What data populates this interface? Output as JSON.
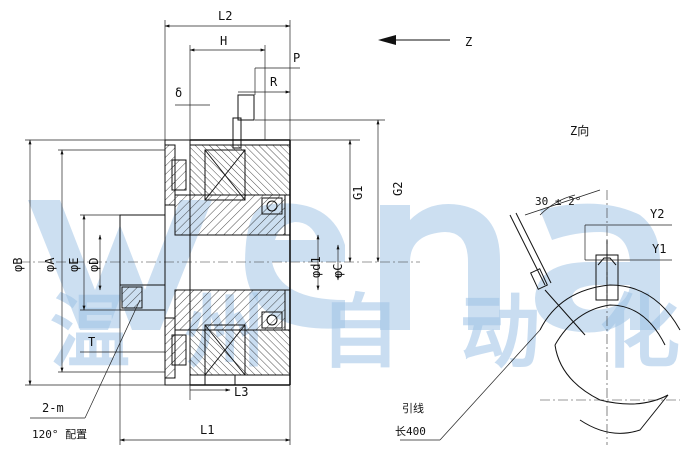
{
  "labels": {
    "L2": "L2",
    "H": "H",
    "P": "P",
    "R": "R",
    "delta": "δ",
    "G1": "G1",
    "G2": "G2",
    "d1": "φd1",
    "C": "φC",
    "B": "φB",
    "A": "φA",
    "E": "φE",
    "D": "φD",
    "T": "T",
    "L3": "L3",
    "L1": "L1",
    "holes": "2-m",
    "holes_note": "120° 配置",
    "Z": "Z",
    "Z_view": "Z向",
    "angle": "30 ± 2°",
    "Y2": "Y2",
    "Y1": "Y1",
    "lead": "引线",
    "lead_len": "长400"
  },
  "watermark": {
    "latin": "WENA",
    "chinese": [
      "温",
      "州",
      "自",
      "动",
      "化"
    ]
  },
  "colors": {
    "line": "#111111",
    "watermark": "#8fb8e0"
  }
}
